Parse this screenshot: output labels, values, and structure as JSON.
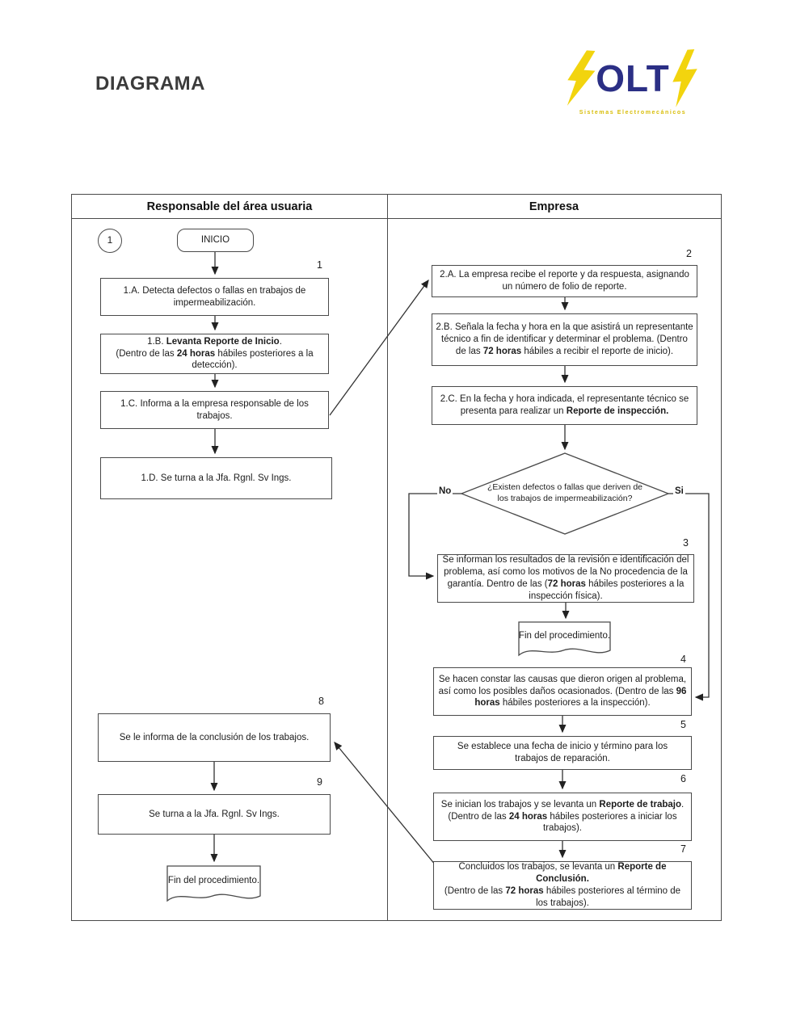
{
  "page": {
    "title": "DIAGRAMA"
  },
  "logo": {
    "wordmark_olt": "OLT",
    "subtitle": "Sistemas Electromecánicos",
    "colors": {
      "blue": "#2b2f85",
      "yellow": "#f2d40e",
      "yellow_dark": "#d8bd07"
    }
  },
  "flowchart": {
    "headers": {
      "left": "Responsable del área usuaria",
      "right": "Empresa"
    },
    "connector_circle": "1",
    "start_label": "INICIO",
    "step_labels": {
      "n1": "1",
      "n2": "2",
      "n3": "3",
      "n4": "4",
      "n5": "5",
      "n6": "6",
      "n7": "7",
      "n8": "8",
      "n9": "9"
    },
    "nodes": {
      "b1a": [
        {
          "text": "1.A. Detecta defectos o fallas en trabajos de impermeabilización."
        }
      ],
      "b1b": [
        {
          "text": "1.B. "
        },
        {
          "text": "Levanta Reporte de Inicio",
          "bold": true
        },
        {
          "text": ".\n(Dentro de las "
        },
        {
          "text": "24 horas",
          "bold": true
        },
        {
          "text": " hábiles posteriores a la detección)."
        }
      ],
      "b1c": [
        {
          "text": "1.C. Informa a la empresa responsable de los trabajos."
        }
      ],
      "b1d": [
        {
          "text": "1.D. Se turna a la Jfa. Rgnl. Sv Ings."
        }
      ],
      "b2a": [
        {
          "text": "2.A. La empresa recibe el reporte y da respuesta, asignando un número de folio de reporte."
        }
      ],
      "b2b": [
        {
          "text": "2.B. Señala la fecha y hora en la que asistirá un representante técnico a fin de identificar y determinar el problema.  (Dentro de las "
        },
        {
          "text": "72 horas",
          "bold": true
        },
        {
          "text": " hábiles a recibir el reporte de inicio)."
        }
      ],
      "b2c": [
        {
          "text": "2.C. En la fecha y hora indicada, el representante técnico se presenta para realizar un "
        },
        {
          "text": "Reporte de inspección.",
          "bold": true
        }
      ],
      "decision": "¿Existen defectos o fallas que deriven de los trabajos de impermeabilización?",
      "no_label": "No",
      "si_label": "Si",
      "b3": [
        {
          "text": "Se informan los resultados de la revisión e identificación del problema, así como los motivos de la No procedencia de la garantía. Dentro de las ("
        },
        {
          "text": "72 horas",
          "bold": true
        },
        {
          "text": " hábiles posteriores a la inspección física)."
        }
      ],
      "fin_right": "Fin del procedimiento.",
      "b4": [
        {
          "text": "Se hacen constar las causas que dieron origen al problema, así como los posibles daños ocasionados. (Dentro de las "
        },
        {
          "text": "96 horas",
          "bold": true
        },
        {
          "text": " hábiles posteriores a la inspección)."
        }
      ],
      "b5": [
        {
          "text": "Se establece una fecha de inicio y término para los trabajos de reparación."
        }
      ],
      "b6": [
        {
          "text": "Se inician los trabajos y se levanta un "
        },
        {
          "text": "Reporte de trabajo",
          "bold": true
        },
        {
          "text": ". (Dentro de las "
        },
        {
          "text": "24 horas",
          "bold": true
        },
        {
          "text": " hábiles posteriores a iniciar los trabajos)."
        }
      ],
      "b7": [
        {
          "text": "Concluidos los trabajos, se levanta un "
        },
        {
          "text": "Reporte de Conclusión.",
          "bold": true
        },
        {
          "text": "\n(Dentro de las "
        },
        {
          "text": "72 horas",
          "bold": true
        },
        {
          "text": " hábiles posteriores al término de los trabajos)."
        }
      ],
      "b8": [
        {
          "text": "Se le informa de la conclusión de los trabajos."
        }
      ],
      "b9": [
        {
          "text": "Se turna a la Jfa. Rgnl. Sv Ings."
        }
      ],
      "fin_left": "Fin del procedimiento."
    }
  }
}
